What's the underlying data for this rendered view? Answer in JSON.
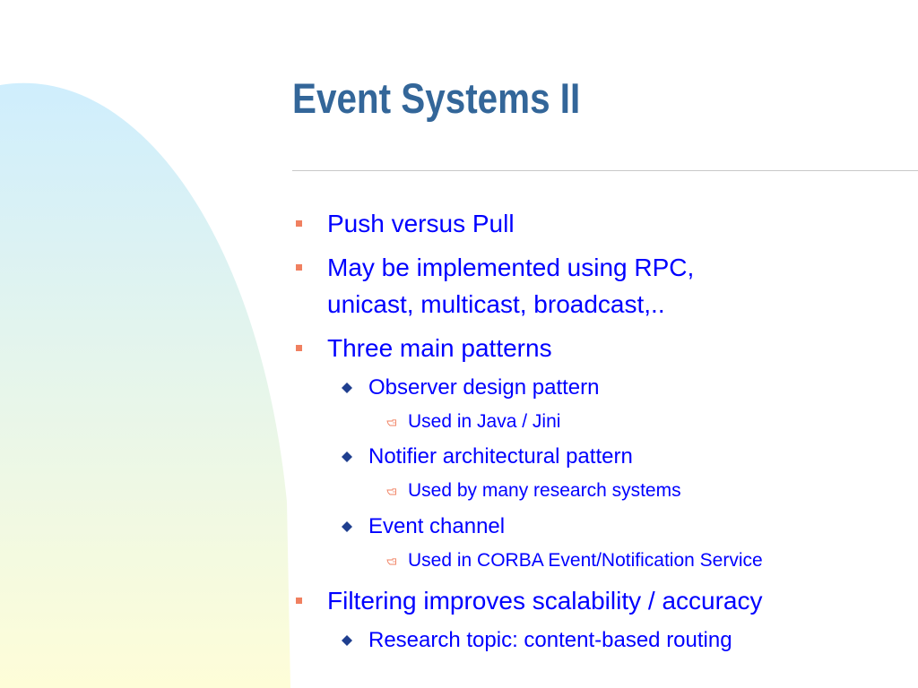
{
  "slide": {
    "title": "Event Systems II",
    "colors": {
      "title": "#336699",
      "body_text": "#0000ff",
      "l1_bullet": "#f08060",
      "l2_bullet": "#1f3f8f",
      "l3_bullet": "#f08060",
      "rule": "#c9c9c9",
      "decor_top": "#cfeefd",
      "decor_bottom": "#fefdd8"
    },
    "bullet_icons": {
      "level1": "square-bullet-icon",
      "level2": "diamond-bullet-icon",
      "level3": "pointing-hand-icon"
    },
    "bullets": [
      {
        "level": 1,
        "text": "Push versus Pull"
      },
      {
        "level": 1,
        "text": "May be implemented using RPC,",
        "continuation": "unicast, multicast, broadcast,.."
      },
      {
        "level": 1,
        "text": "Three main patterns"
      },
      {
        "level": 2,
        "text": "Observer design pattern"
      },
      {
        "level": 3,
        "text": "Used in Java / Jini"
      },
      {
        "level": 2,
        "text": "Notifier architectural pattern"
      },
      {
        "level": 3,
        "text": "Used by many research systems"
      },
      {
        "level": 2,
        "text": "Event channel"
      },
      {
        "level": 3,
        "text": "Used in CORBA Event/Notification Service"
      },
      {
        "level": 1,
        "text": "Filtering improves scalability / accuracy"
      },
      {
        "level": 2,
        "text": "Research topic: content-based routing"
      }
    ]
  }
}
